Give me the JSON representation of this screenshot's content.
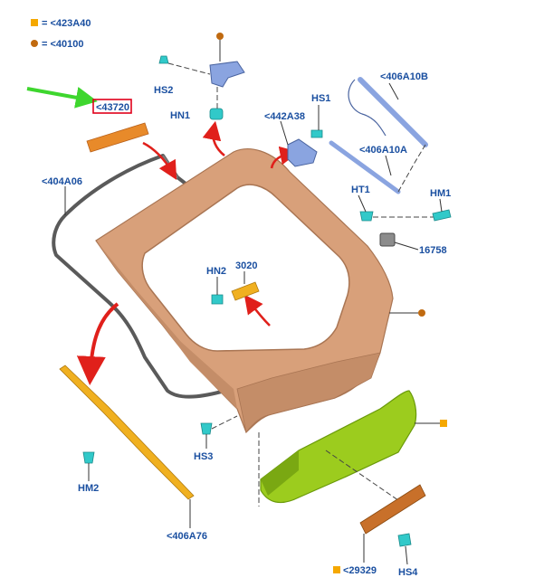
{
  "colors": {
    "callout_text": "#1a4fa0",
    "square_marker": "#f5a800",
    "circle_marker": "#c06a10",
    "door_body": "#d8a07a",
    "trim_panel": "#9ccc1e",
    "seal": "#5a5a5a",
    "gas_strut": "#8aa4e0",
    "fastener": "#31c9c9",
    "highlight_box": "#e0001b",
    "pointer_arrow": "#3ed62e",
    "motion_arrow": "#e0201b",
    "strip_orange": "#e88a2a",
    "gasket_brown": "#c8702a",
    "trim_strip": "#f0b020"
  },
  "legend": [
    {
      "marker": "square",
      "text": "= <423A40"
    },
    {
      "marker": "circle",
      "text": "= <40100"
    }
  ],
  "callouts": {
    "hs2": "HS2",
    "hn1": "HN1",
    "highlighted": "<43720",
    "seal": "<404A06",
    "hinge_cover": "<442A38",
    "hs1": "HS1",
    "strut_b": "<406A10B",
    "strut_a": "<406A10A",
    "ht1": "HT1",
    "hm1": "HM1",
    "latch": "16758",
    "hn2": "HN2",
    "part_3020": "3020",
    "hs3": "HS3",
    "hm2": "HM2",
    "trim_strip": "<406A76",
    "gasket": "<29329",
    "hs4": "HS4"
  }
}
